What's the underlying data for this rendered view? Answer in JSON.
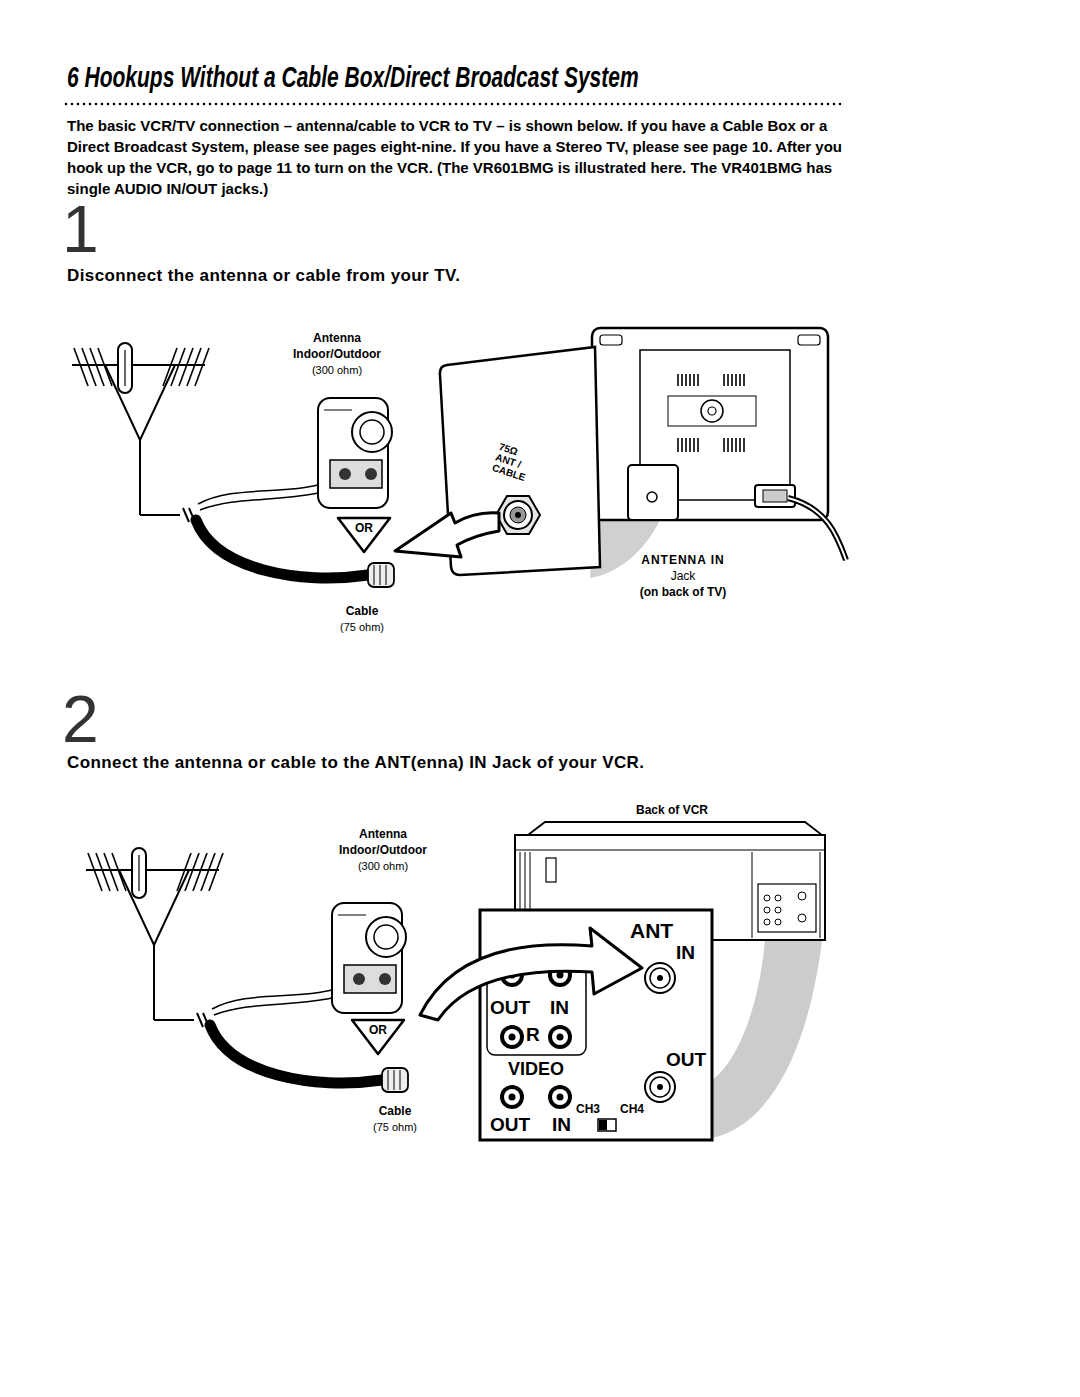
{
  "diagram": {
    "title": "6 Hookups Without a Cable Box/Direct Broadcast System",
    "nodes": [
      {
        "text": [
          "OR"
        ]
      },
      {
        "text": [
          "75Ω ANT / CABLE"
        ]
      },
      {
        "text": [
          "OR"
        ]
      },
      {
        "text": [
          "ANT",
          "IN",
          "OUT",
          "IN",
          "R",
          "OUT",
          "VIDEO",
          "OUT",
          "IN",
          "CH3",
          "CH4"
        ]
      }
    ],
    "labels": [
      "The basic VCR/TV connection – antenna/cable to VCR to TV – is shown below. If you have a Cable Box or a Direct Broadcast System, please see pages eight-nine. If you have a Stereo TV, please see page 10. After you hook up the VCR, go to page 11 to turn on the VCR. (The VR601BMG is illustrated here. The VR401BMG has single AUDIO IN/OUT jacks.)",
      "1",
      "Disconnect the antenna or cable from your TV.",
      "Antenna",
      "Indoor/Outdoor",
      "(300 ohm)",
      "Cable",
      "(75 ohm)",
      "ANTENNA IN",
      "Jack",
      "(on back of TV)",
      "2",
      "Connect the antenna or cable to the ANT(enna) IN Jack of your VCR.",
      "Back of VCR",
      "Antenna",
      "Indoor/Outdoor",
      "(300 ohm)",
      "Cable",
      "(75 ohm)"
    ]
  }
}
